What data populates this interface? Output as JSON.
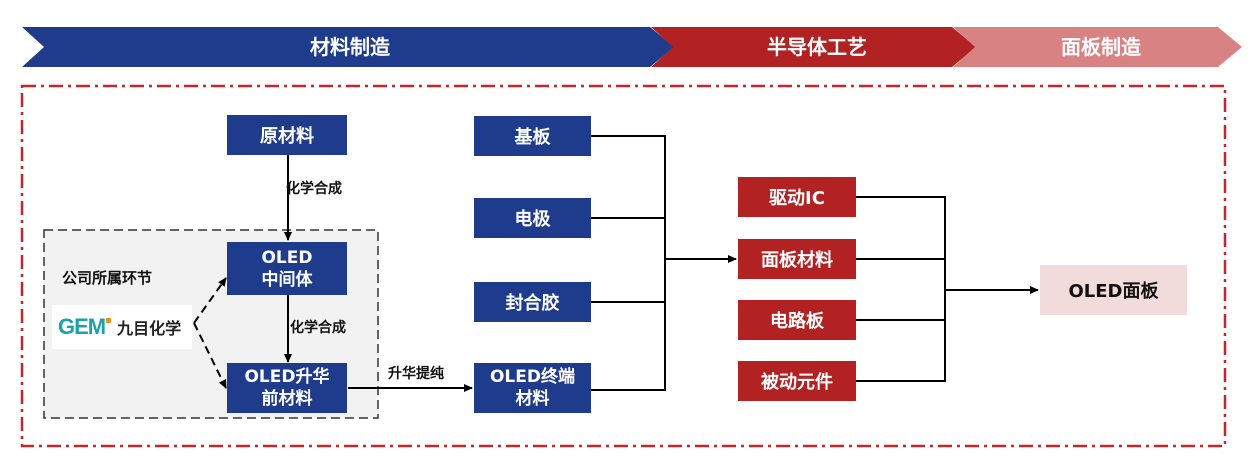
{
  "stages": [
    {
      "label": "材料制造",
      "color": "#1f3b8c"
    },
    {
      "label": "半导体工艺",
      "color": "#b22222"
    },
    {
      "label": "面板制造",
      "color": "#d98283"
    }
  ],
  "nodes": {
    "raw_material": "原材料",
    "oled_intermediate_line1": "OLED",
    "oled_intermediate_line2": "中间体",
    "oled_sublimation_line1": "OLED升华",
    "oled_sublimation_line2": "前材料",
    "substrate": "基板",
    "electrode": "电极",
    "sealant": "封合胶",
    "oled_terminal_line1": "OLED终端",
    "oled_terminal_line2": "材料",
    "driver_ic": "驱动IC",
    "panel_material": "面板材料",
    "circuit_board": "电路板",
    "passive_components": "被动元件",
    "oled_panel": "OLED面板"
  },
  "edge_labels": {
    "synthesis_1": "化学合成",
    "synthesis_2": "化学合成",
    "sublimation": "升华提纯"
  },
  "company": {
    "segment_label": "公司所属环节",
    "logo_text": "GEM",
    "name": "九目化学"
  },
  "colors": {
    "blue": "#1f3b8c",
    "red": "#b22222",
    "light_red": "#d98283",
    "panel_fill": "#f2dcdb",
    "outer_border": "#c0282d"
  }
}
